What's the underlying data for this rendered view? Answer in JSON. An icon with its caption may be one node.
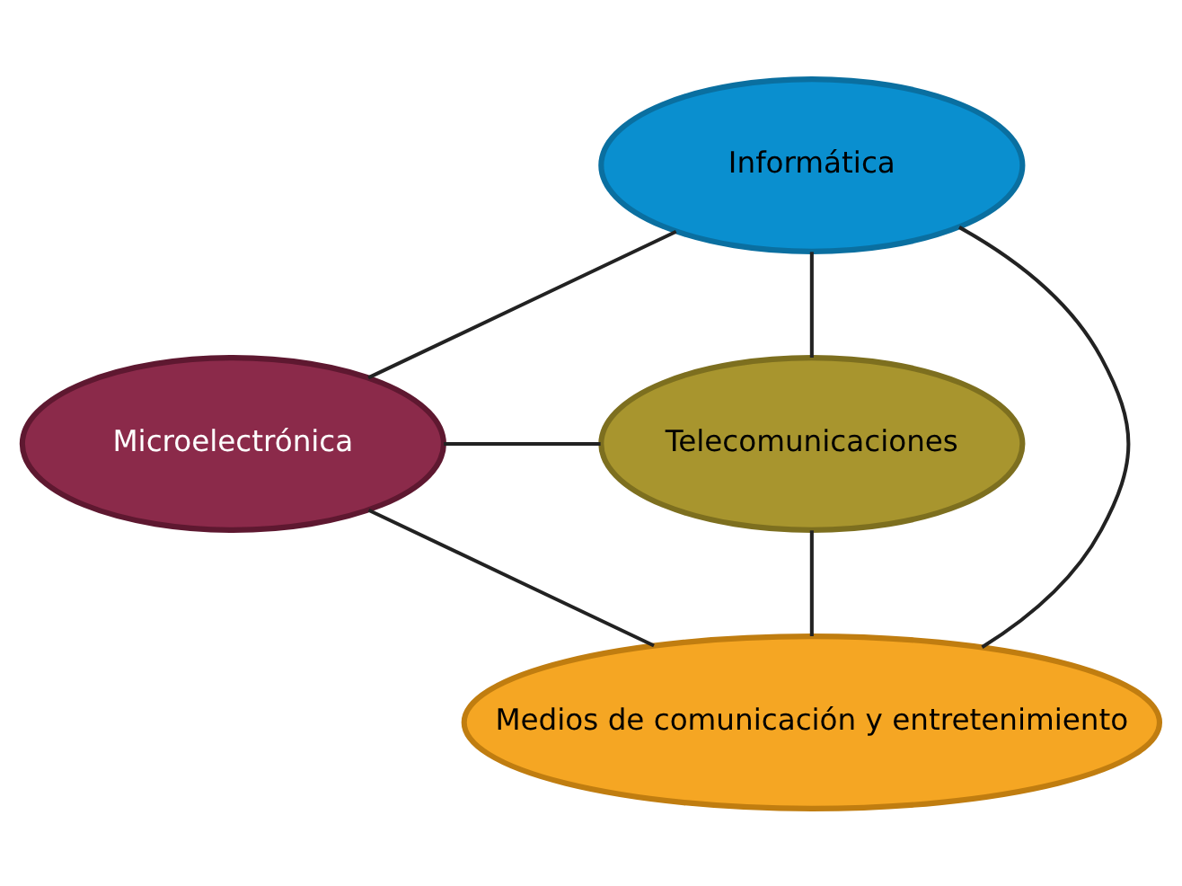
{
  "diagram": {
    "nodes": [
      {
        "text": [
          "Informática"
        ]
      },
      {
        "text": [
          "Microelectrónica"
        ]
      },
      {
        "text": [
          "Telecomunicaciones"
        ]
      },
      {
        "text": [
          "Medios de comunicación y entretenimiento"
        ]
      }
    ],
    "edges": [
      {
        "from": 0,
        "to": 1,
        "arrow": "none"
      },
      {
        "from": 0,
        "to": 2,
        "arrow": "none"
      },
      {
        "from": 0,
        "to": 3,
        "arrow": "none"
      },
      {
        "from": 1,
        "to": 2,
        "arrow": "none"
      },
      {
        "from": 1,
        "to": 3,
        "arrow": "none"
      },
      {
        "from": 2,
        "to": 3,
        "arrow": "none"
      }
    ]
  }
}
